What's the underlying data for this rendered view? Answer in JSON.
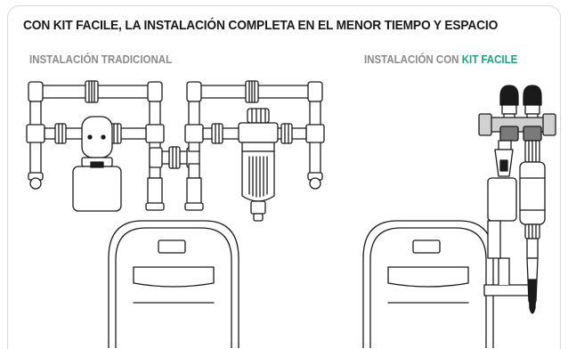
{
  "header": {
    "title": "CON KIT FACILE, LA INSTALACIÓN COMPLETA EN EL MENOR TIEMPO Y ESPACIO"
  },
  "traditional": {
    "label": "INSTALACIÓN TRADICIONAL"
  },
  "kit": {
    "label_prefix": "INSTALACIÓN CON",
    "label_brand": "KIT FACILE"
  },
  "colors": {
    "accent": "#1fa378",
    "line": "#1a1a1a",
    "border": "#d8d8d8",
    "subtitle": "#8a8a8a"
  }
}
